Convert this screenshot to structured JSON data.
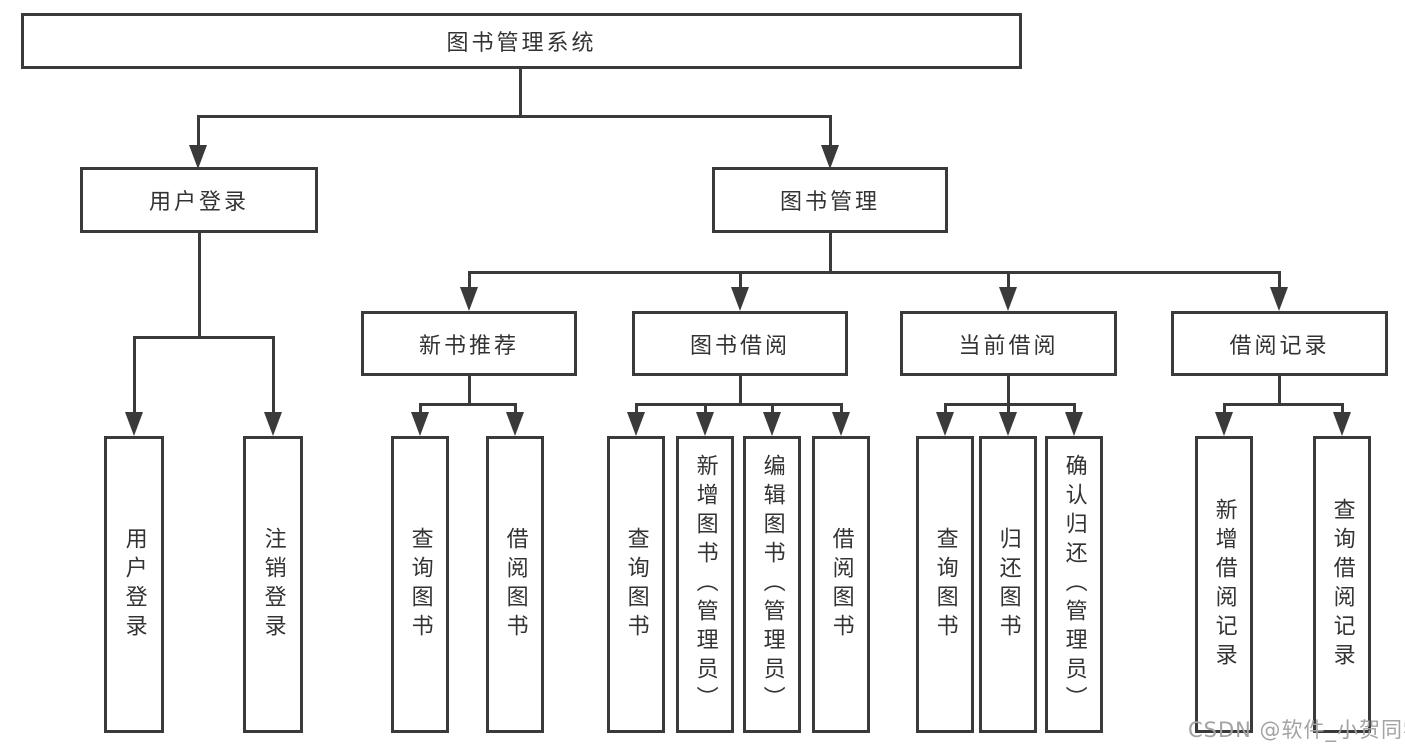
{
  "title": "图书管理系统",
  "level2": {
    "user_login": "用户登录",
    "book_mgmt": "图书管理"
  },
  "level3": {
    "new_books": "新书推荐",
    "borrow": "图书借阅",
    "current": "当前借阅",
    "records": "借阅记录"
  },
  "leaves": {
    "user_login": "用户登录",
    "logout": "注销登录",
    "nb_query": "查询图书",
    "nb_borrow": "借阅图书",
    "bb_query": "查询图书",
    "bb_add": "新增图书（管理员）",
    "bb_edit": "编辑图书（管理员）",
    "bb_borrow": "借阅图书",
    "cb_query": "查询图书",
    "cb_return": "归还图书",
    "cb_confirm": "确认归还（管理员）",
    "br_add": "新增借阅记录",
    "br_query": "查询借阅记录"
  },
  "watermark": "CSDN @软件_小贺同学",
  "colors": {
    "line": "#3a3a3a",
    "text": "#333333",
    "watermark": "#a3a3a3",
    "background": "#ffffff"
  }
}
